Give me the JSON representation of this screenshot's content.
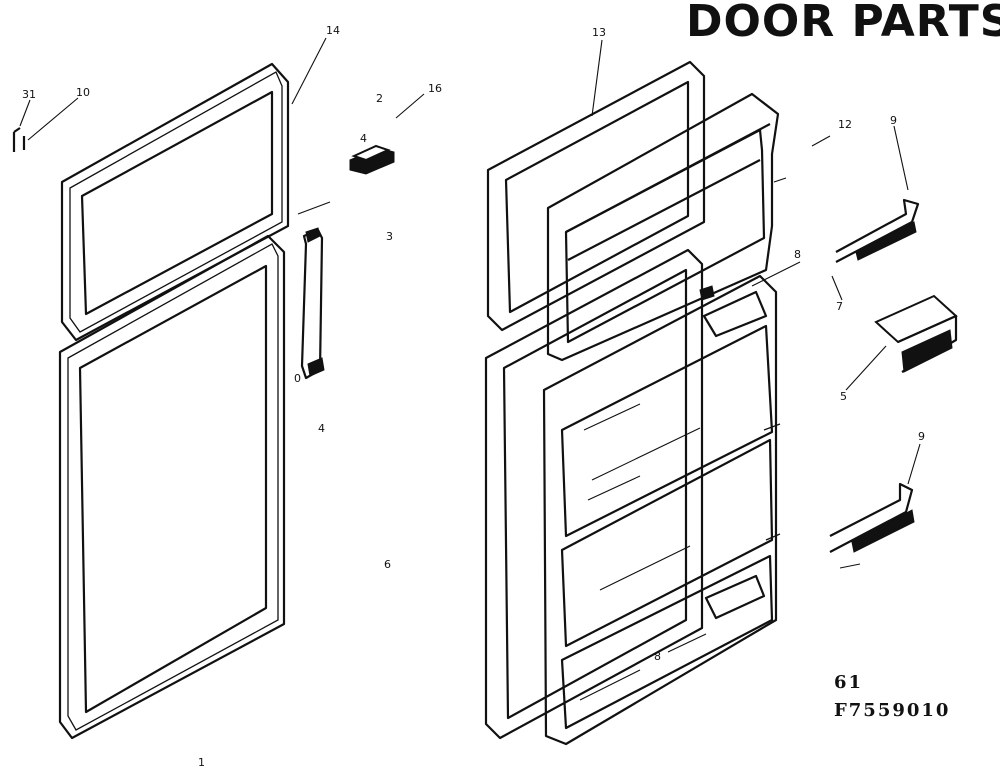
{
  "title": "DOOR PARTS",
  "figure_code": {
    "line1": "61",
    "line2": "F7559010"
  },
  "callouts": [
    {
      "id": "c31",
      "text": "31"
    },
    {
      "id": "c10",
      "text": "10"
    },
    {
      "id": "c14",
      "text": "14"
    },
    {
      "id": "c2",
      "text": "2"
    },
    {
      "id": "c16",
      "text": "16"
    },
    {
      "id": "c4",
      "text": "4"
    },
    {
      "id": "c3",
      "text": "3"
    },
    {
      "id": "c0",
      "text": "0"
    },
    {
      "id": "c4b",
      "text": "4"
    },
    {
      "id": "c6",
      "text": "6"
    },
    {
      "id": "c1",
      "text": "1"
    },
    {
      "id": "c13",
      "text": "13"
    },
    {
      "id": "c12",
      "text": "12"
    },
    {
      "id": "c9a",
      "text": "9"
    },
    {
      "id": "c8a",
      "text": "8"
    },
    {
      "id": "c7",
      "text": "7"
    },
    {
      "id": "c5",
      "text": "5"
    },
    {
      "id": "c9b",
      "text": "9"
    },
    {
      "id": "c8b",
      "text": "8"
    }
  ]
}
